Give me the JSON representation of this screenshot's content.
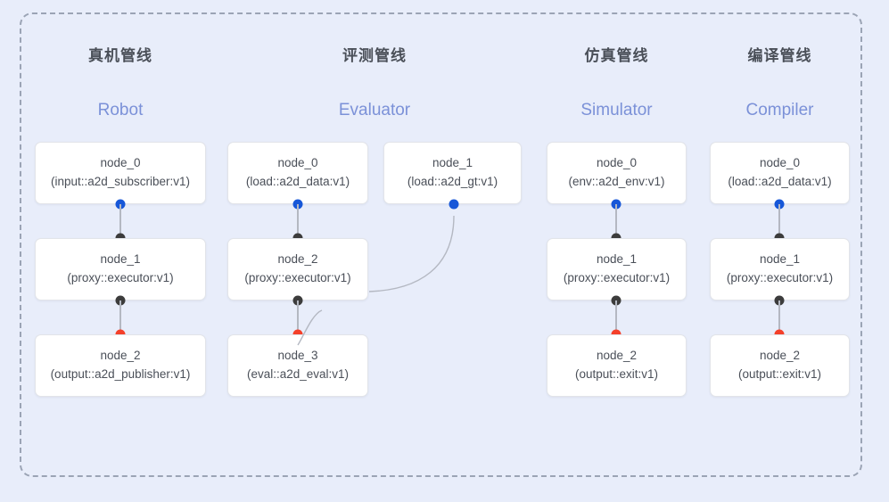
{
  "frame": {
    "border_style": "dashed",
    "border_color": "#9ba4b5",
    "background": "#e8edfa"
  },
  "palette": {
    "background": "#e8edfa",
    "node_bg": "#ffffff",
    "node_border": "#e2e4e9",
    "title_color": "#4a4f58",
    "subtitle_color": "#7b91d8",
    "dot_input": "#1757d8",
    "dot_proxy": "#3c3c3c",
    "dot_output": "#f4402a",
    "edge_color": "#b4b8c2"
  },
  "columns": [
    {
      "title": "真机管线",
      "subtitle": "Robot",
      "nodes": [
        {
          "name": "node_0",
          "type": "(input::a2d_subscriber:v1)"
        },
        {
          "name": "node_1",
          "type": "(proxy::executor:v1)"
        },
        {
          "name": "node_2",
          "type": "(output::a2d_publisher:v1)"
        }
      ]
    },
    {
      "title": "评测管线",
      "subtitle": "Evaluator",
      "nodes": [
        {
          "name": "node_0",
          "type": "(load::a2d_data:v1)"
        },
        {
          "name": "node_1",
          "type": "(load::a2d_gt:v1)"
        },
        {
          "name": "node_2",
          "type": "(proxy::executor:v1)"
        },
        {
          "name": "node_3",
          "type": "(eval::a2d_eval:v1)"
        }
      ]
    },
    {
      "title": "仿真管线",
      "subtitle": "Simulator",
      "nodes": [
        {
          "name": "node_0",
          "type": "(env::a2d_env:v1)"
        },
        {
          "name": "node_1",
          "type": "(proxy::executor:v1)"
        },
        {
          "name": "node_2",
          "type": "(output::exit:v1)"
        }
      ]
    },
    {
      "title": "编译管线",
      "subtitle": "Compiler",
      "nodes": [
        {
          "name": "node_0",
          "type": "(load::a2d_data:v1)"
        },
        {
          "name": "node_1",
          "type": "(proxy::executor:v1)"
        },
        {
          "name": "node_2",
          "type": "(output::exit:v1)"
        }
      ]
    }
  ]
}
